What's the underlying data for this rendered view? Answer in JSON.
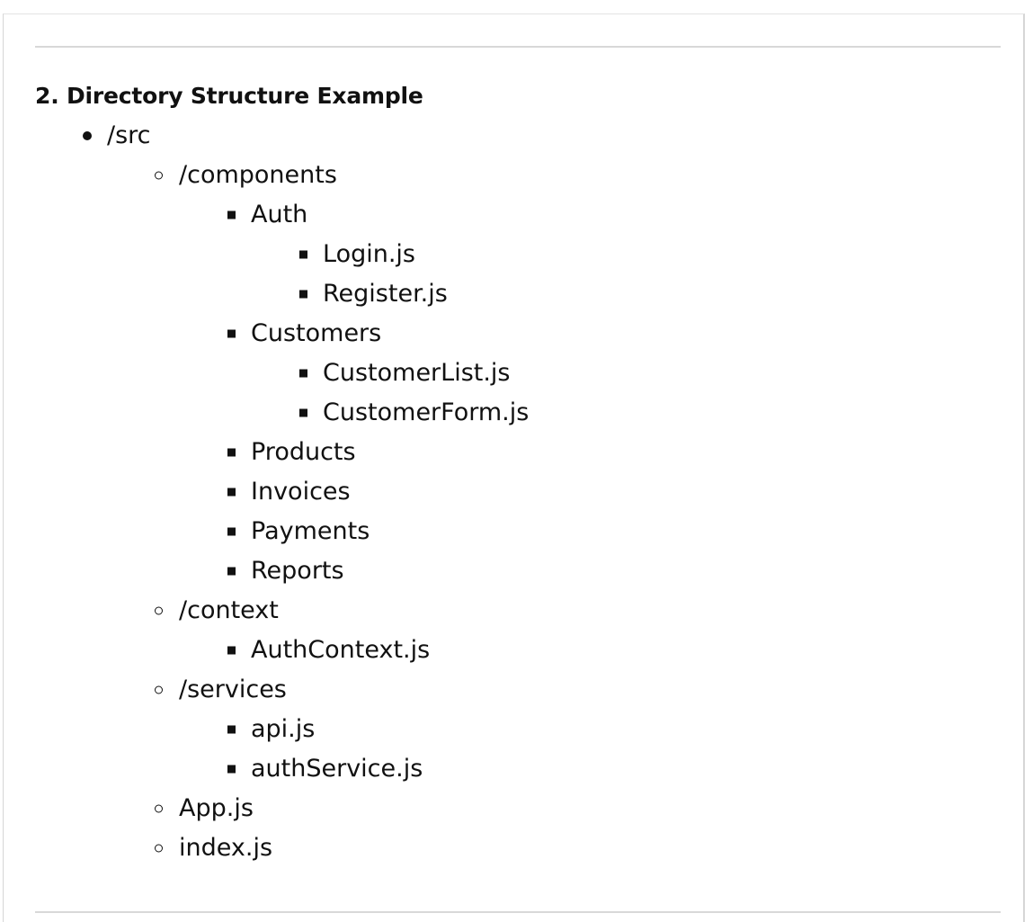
{
  "section": {
    "title": "2. Directory Structure Example"
  },
  "tree": {
    "src": "/src",
    "components": "/components",
    "auth": "Auth",
    "login": "Login.js",
    "register": "Register.js",
    "customers": "Customers",
    "customer_list": "CustomerList.js",
    "customer_form": "CustomerForm.js",
    "products": "Products",
    "invoices": "Invoices",
    "payments": "Payments",
    "reports": "Reports",
    "context": "/context",
    "auth_context": "AuthContext.js",
    "services": "/services",
    "api": "api.js",
    "auth_service": "authService.js",
    "app": "App.js",
    "index": "index.js"
  }
}
